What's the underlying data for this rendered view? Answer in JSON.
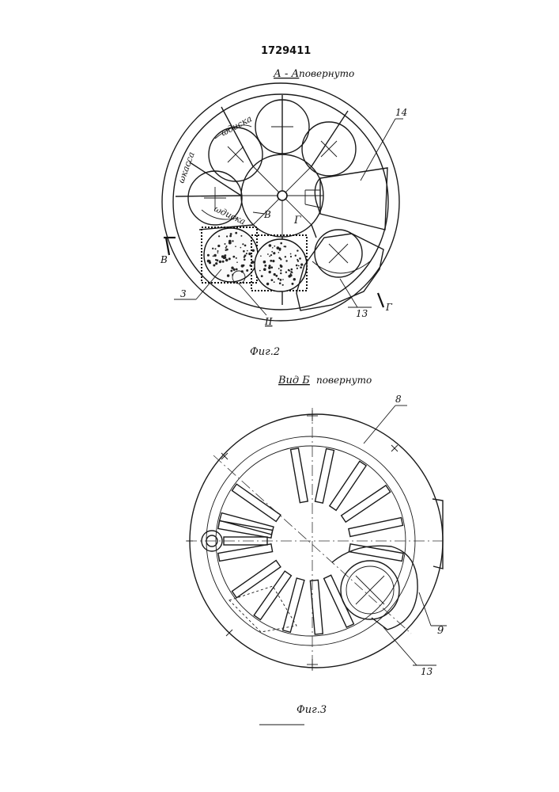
{
  "patent_number": "1729411",
  "figure2": {
    "section_title": "А - А",
    "section_note": "повернуто",
    "caption": "Фиг.2",
    "rotation_labels": [
      "ωдиска",
      "ωкасса",
      "ωдиска"
    ],
    "labels": {
      "p14": "14",
      "p3": "3",
      "pII": "II",
      "p13": "13",
      "mark_B_left": "В",
      "mark_B_inner": "В",
      "mark_G_inner": "Г",
      "mark_G_right": "Г"
    }
  },
  "figure3": {
    "view_title": "Вид Б",
    "view_note": "повернуто",
    "caption": "Фиг.3",
    "labels": {
      "p8": "8",
      "p9": "9",
      "p13": "13"
    }
  }
}
